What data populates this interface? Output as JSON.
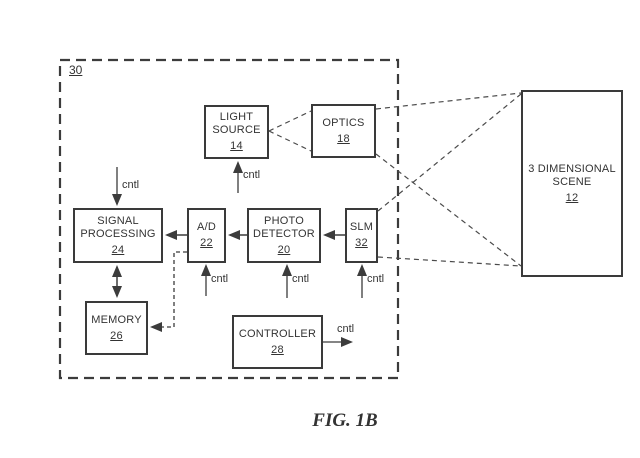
{
  "figure": {
    "caption": "FIG. 1B",
    "system_ref": "30",
    "cntl_label": "cntl"
  },
  "blocks": {
    "light_source": {
      "label": "LIGHT SOURCE",
      "ref": "14"
    },
    "optics": {
      "label": "OPTICS",
      "ref": "18"
    },
    "signal_processing": {
      "label": "SIGNAL PROCESSING",
      "ref": "24"
    },
    "ad_converter": {
      "label": "A/D",
      "ref": "22"
    },
    "photo_detector": {
      "label": "PHOTO DETECTOR",
      "ref": "20"
    },
    "slm": {
      "label": "SLM",
      "ref": "32"
    },
    "memory": {
      "label": "MEMORY",
      "ref": "26"
    },
    "controller": {
      "label": "CONTROLLER",
      "ref": "28"
    },
    "scene": {
      "label": "3 DIMENSIONAL SCENE",
      "ref": "12"
    }
  },
  "connections": [
    {
      "from": "slm",
      "to": "photo_detector",
      "style": "solid-arrow"
    },
    {
      "from": "photo_detector",
      "to": "ad_converter",
      "style": "solid-arrow"
    },
    {
      "from": "ad_converter",
      "to": "signal_processing",
      "style": "solid-arrow"
    },
    {
      "from": "signal_processing",
      "to": "memory",
      "style": "double-headed-arrow"
    },
    {
      "from": "ad_converter",
      "to": "memory",
      "style": "dashed-arrow"
    },
    {
      "from": "controller",
      "to": "cntl-out",
      "style": "solid-arrow"
    },
    {
      "from": "cntl-in",
      "to": "signal_processing",
      "style": "solid-arrow"
    },
    {
      "from": "cntl-in",
      "to": "light_source",
      "style": "solid-arrow"
    },
    {
      "from": "cntl-in",
      "to": "ad_converter",
      "style": "solid-arrow"
    },
    {
      "from": "cntl-in",
      "to": "photo_detector",
      "style": "solid-arrow"
    },
    {
      "from": "cntl-in",
      "to": "slm",
      "style": "solid-arrow"
    },
    {
      "from": "light_source",
      "to": "optics",
      "style": "dashed-light-path"
    },
    {
      "from": "optics",
      "to": "scene",
      "style": "dashed-light-path"
    },
    {
      "from": "scene",
      "to": "slm",
      "style": "dashed-light-path"
    }
  ],
  "colors": {
    "line": "#3c3c3c",
    "text": "#333333",
    "background": "#ffffff"
  }
}
